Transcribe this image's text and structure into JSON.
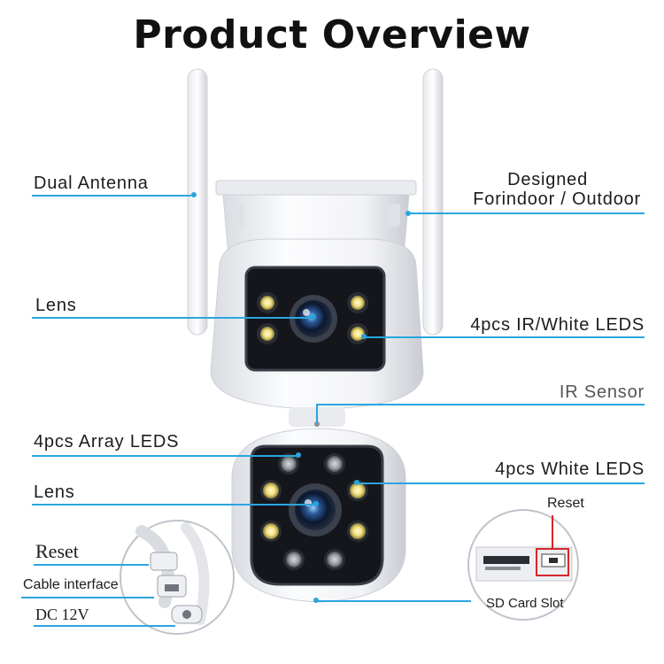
{
  "title": "Product Overview",
  "labels": {
    "dual_antenna": "Dual Antenna",
    "designed_line1": "Designed",
    "designed_line2": "Forindoor / Outdoor",
    "lens_top": "Lens",
    "ir_white_leds": "4pcs IR/White LEDS",
    "ir_sensor": "IR Sensor",
    "array_leds": "4pcs Array LEDS",
    "lens_bottom": "Lens",
    "white_leds": "4pcs White LEDS",
    "reset_cable": "Reset",
    "cable_interface": "Cable interface",
    "dc_12v": "DC 12V",
    "reset_sd": "Reset",
    "sd_card_slot": "SD Card Slot"
  },
  "colors": {
    "accent_line": "#2aa6df",
    "housing": "#f4f5f7",
    "lens_panel": "#14161c",
    "led_warm": "#f5e27a"
  }
}
